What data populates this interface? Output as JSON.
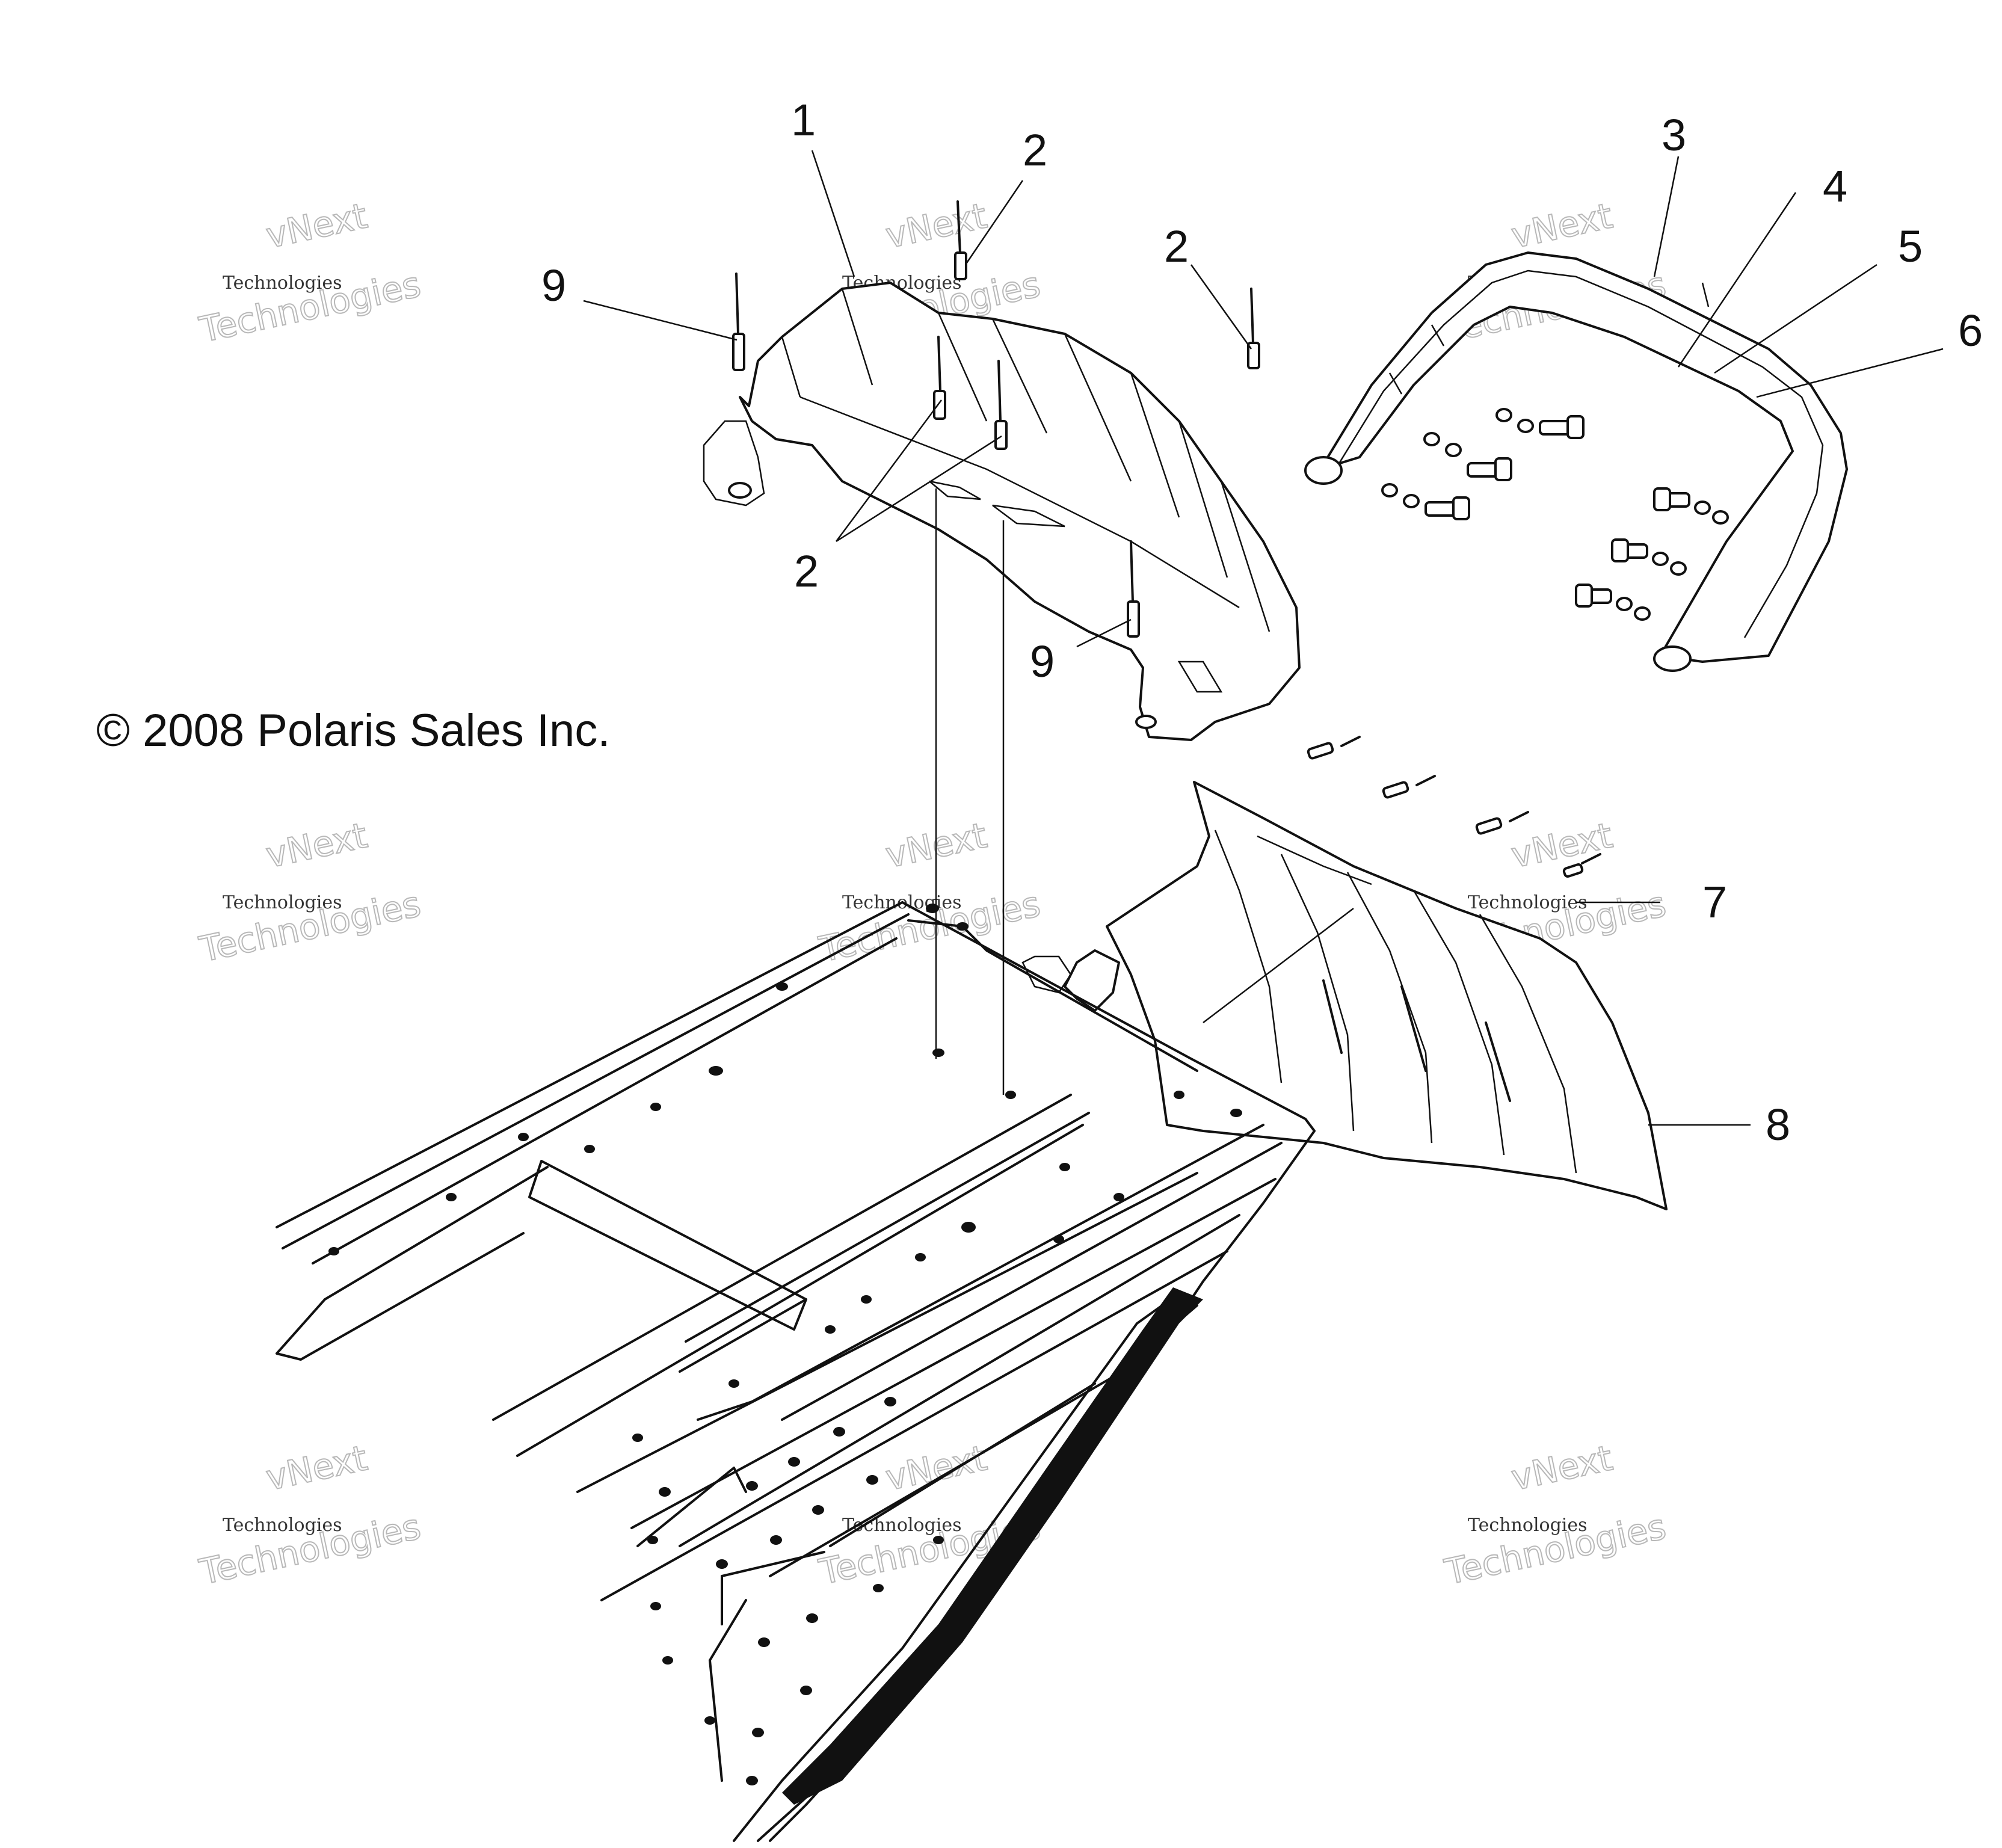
{
  "copyright": "© 2008 Polaris Sales Inc.",
  "callouts": [
    {
      "id": "callout-1",
      "label": "1"
    },
    {
      "id": "callout-2-top",
      "label": "2"
    },
    {
      "id": "callout-2-right",
      "label": "2"
    },
    {
      "id": "callout-2-bottom",
      "label": "2"
    },
    {
      "id": "callout-3",
      "label": "3"
    },
    {
      "id": "callout-4",
      "label": "4"
    },
    {
      "id": "callout-5",
      "label": "5"
    },
    {
      "id": "callout-6",
      "label": "6"
    },
    {
      "id": "callout-7",
      "label": "7"
    },
    {
      "id": "callout-8",
      "label": "8"
    },
    {
      "id": "callout-9-left",
      "label": "9"
    },
    {
      "id": "callout-9-center",
      "label": "9"
    }
  ],
  "watermark": {
    "line1": "vNext",
    "line2": "Technologies",
    "line3": "Technologies"
  }
}
